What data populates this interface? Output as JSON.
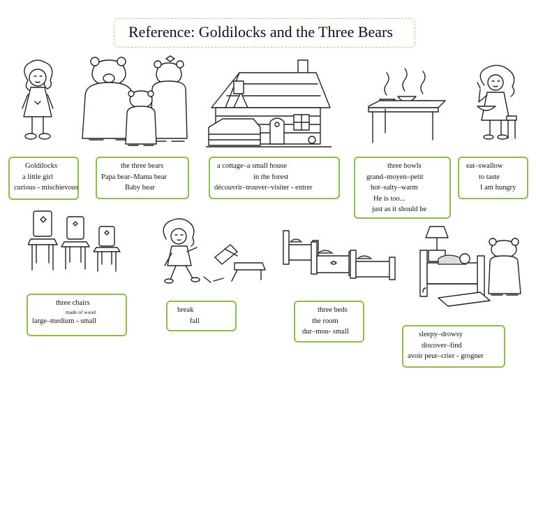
{
  "title": "Reference: Goldilocks and the Three Bears",
  "cards": {
    "goldilocks": [
      "Goldilocks",
      "a little girl",
      "curious - mischievous"
    ],
    "bears": [
      "the three bears",
      "Papa bear–Mama bear",
      "Baby bear"
    ],
    "cottage": [
      "a cottage–a small house",
      "in the forest",
      "découvrir–trouver–visiter - entrer"
    ],
    "bowls": [
      "three bowls",
      "grand–moyen–petit",
      "hot–salty–warm",
      "He is too...",
      "just as it should be"
    ],
    "eat": [
      "eat–swallow",
      "to taste",
      "I am hungry"
    ],
    "chairs": [
      "three chairs",
      "made of wood",
      "large–medium - small"
    ],
    "break": [
      "break",
      "fall"
    ],
    "beds": [
      "three beds",
      "the room",
      "dur–mou- small"
    ],
    "sleepy": [
      "sleepy–drowsy",
      "discover–find",
      "avoir peur–crier - grogner"
    ]
  },
  "illustrations": [
    "goldilocks-illustration",
    "three-bears-illustration",
    "cottage-illustration",
    "bowls-on-table-illustration",
    "goldilocks-eating-illustration",
    "three-chairs-illustration",
    "broken-chair-illustration",
    "three-beds-illustration",
    "bear-finds-goldilocks-illustration"
  ]
}
